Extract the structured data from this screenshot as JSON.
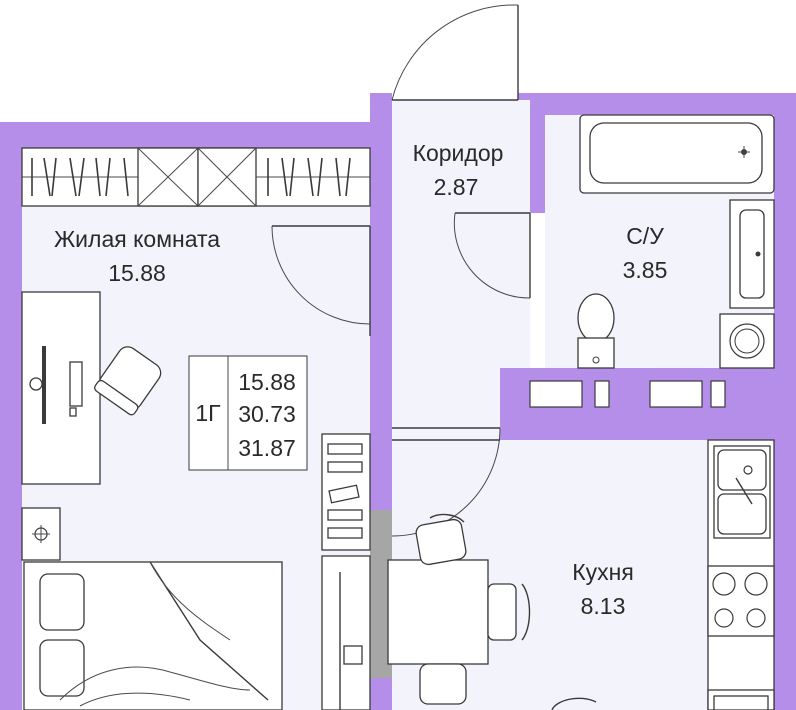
{
  "rooms": {
    "living": {
      "name": "Жилая комната",
      "area": "15.88"
    },
    "corridor": {
      "name": "Коридор",
      "area": "2.87"
    },
    "bathroom": {
      "name": "С/У",
      "area": "3.85"
    },
    "kitchen": {
      "name": "Кухня",
      "area": "8.13"
    }
  },
  "summary": {
    "type": "1Г",
    "living_area": "15.88",
    "total_area": "30.73",
    "total_with_balcony": "31.87"
  },
  "colors": {
    "wall": "#b48ee8",
    "floor": "#f3f3fb",
    "line": "#3a3a3a",
    "column": "#a6a6a6"
  }
}
